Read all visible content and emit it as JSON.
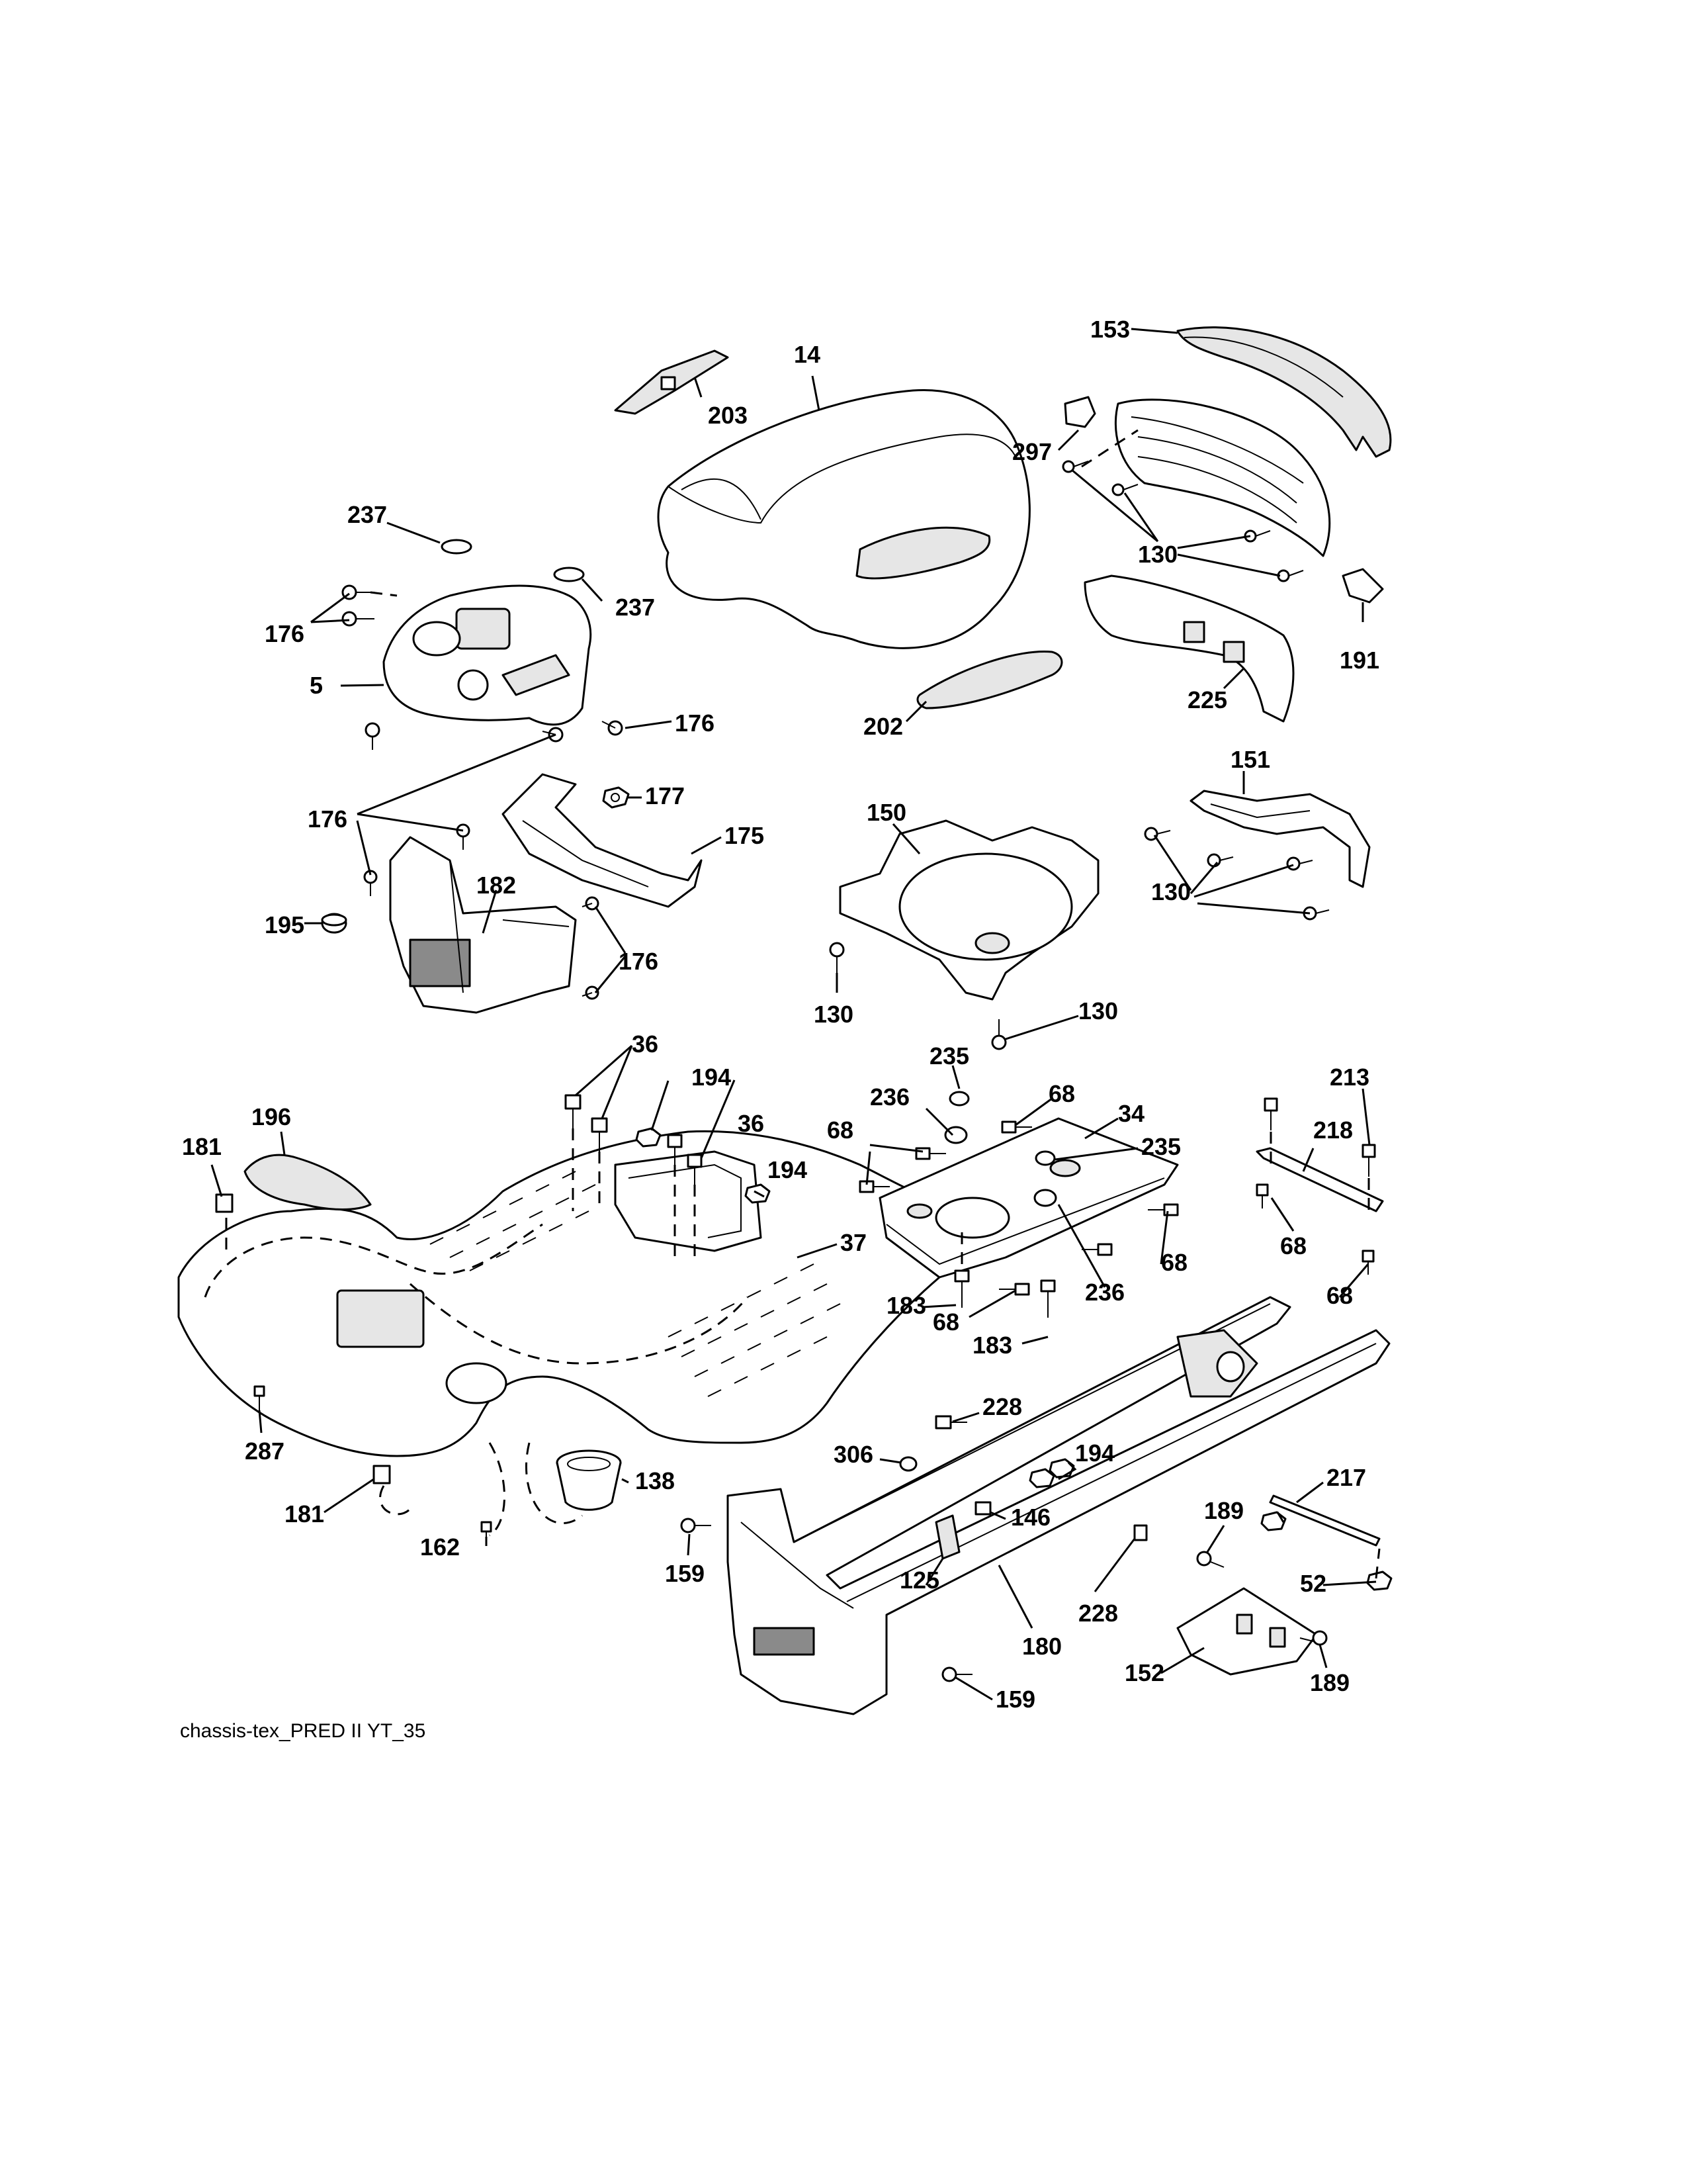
{
  "caption": "chassis-tex_PRED II YT_35",
  "callouts": {
    "c153": "153",
    "c14": "14",
    "c203": "203",
    "c297": "297",
    "c130a": "130",
    "c237a": "237",
    "c237b": "237",
    "c176a": "176",
    "c5": "5",
    "c176b": "176",
    "c191": "191",
    "c225": "225",
    "c202": "202",
    "c177": "177",
    "c151": "151",
    "c175": "175",
    "c176c": "176",
    "c150": "150",
    "c182": "182",
    "c130b": "130",
    "c195": "195",
    "c176d": "176",
    "c130c": "130",
    "c130d": "130",
    "c36a": "36",
    "c235a": "235",
    "c213": "213",
    "c194a": "194",
    "c68a": "68",
    "c34": "34",
    "c196": "196",
    "c36b": "36",
    "c236a": "236",
    "c68b": "68",
    "c181a": "181",
    "c235b": "235",
    "c218": "218",
    "c194b": "194",
    "c37": "37",
    "c68c": "68",
    "c68d": "68",
    "c183a": "183",
    "c236b": "236",
    "c68e": "68",
    "c68f": "68",
    "c183b": "183",
    "c228a": "228",
    "c306": "306",
    "c194c": "194",
    "c217": "217",
    "c287": "287",
    "c181b": "181",
    "c138": "138",
    "c146": "146",
    "c189a": "189",
    "c162": "162",
    "c159a": "159",
    "c125": "125",
    "c52": "52",
    "c228b": "228",
    "c180": "180",
    "c152": "152",
    "c189b": "189",
    "c159b": "159"
  }
}
